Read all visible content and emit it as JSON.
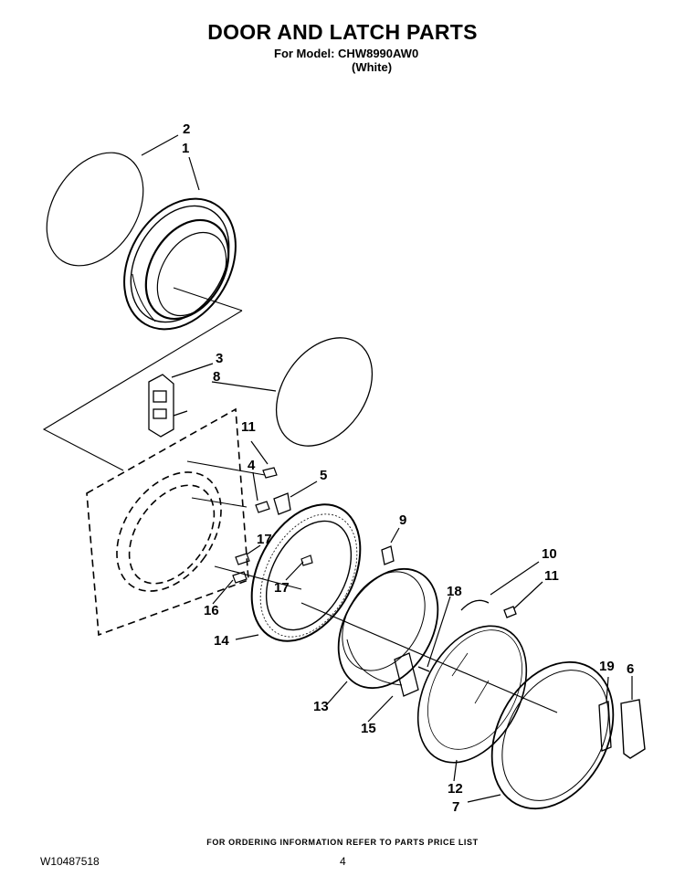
{
  "header": {
    "title": "DOOR AND LATCH PARTS",
    "model": "For Model: CHW8990AW0",
    "variant": "(White)"
  },
  "callouts": [
    "2",
    "1",
    "3",
    "8",
    "11",
    "4",
    "5",
    "9",
    "17",
    "17",
    "16",
    "14",
    "10",
    "11",
    "18",
    "13",
    "15",
    "19",
    "6",
    "12",
    "7"
  ],
  "footer": {
    "ordering_note": "FOR ORDERING INFORMATION REFER TO PARTS PRICE LIST",
    "document_number": "W10487518",
    "page_number": "4"
  }
}
